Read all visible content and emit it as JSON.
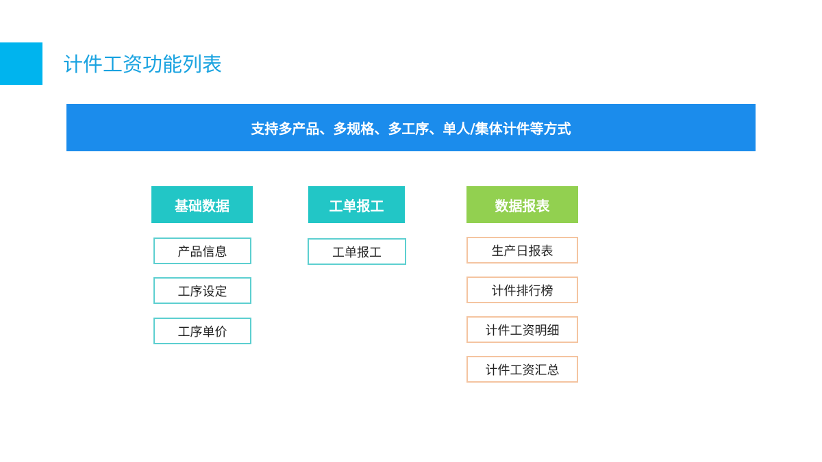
{
  "title": "计件工资功能列表",
  "banner": "支持多产品、多规格、多工序、单人/集体计件等方式",
  "columns": [
    {
      "header": "基础数据",
      "color": "#22c6c6",
      "items": [
        "产品信息",
        "工序设定",
        "工序单价"
      ]
    },
    {
      "header": "工单报工",
      "color": "#22c6c6",
      "items": [
        "工单报工"
      ]
    },
    {
      "header": "数据报表",
      "color": "#92d050",
      "items": [
        "生产日报表",
        "计件排行榜",
        "计件工资明细",
        "计件工资汇总"
      ]
    }
  ]
}
